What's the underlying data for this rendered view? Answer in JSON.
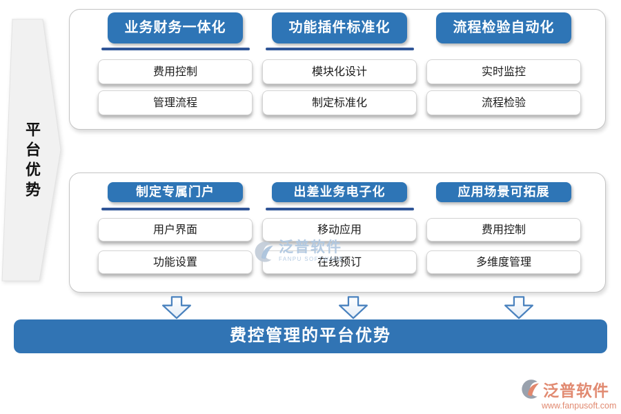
{
  "side_banner": {
    "label": "平台优势"
  },
  "panels": [
    {
      "columns": [
        {
          "header": "业务财务一体化",
          "underline": true,
          "items": [
            "费用控制",
            "管理流程"
          ]
        },
        {
          "header": "功能插件标准化",
          "underline": true,
          "items": [
            "模块化设计",
            "制定标准化"
          ]
        },
        {
          "header": "流程检验自动化",
          "underline": false,
          "items": [
            "实时监控",
            "流程检验"
          ]
        }
      ]
    },
    {
      "columns": [
        {
          "header": "制定专属门户",
          "underline": true,
          "items": [
            "用户界面",
            "功能设置"
          ]
        },
        {
          "header": "出差业务电子化",
          "underline": true,
          "items": [
            "移动应用",
            "在线预订"
          ]
        },
        {
          "header": "应用场景可拓展",
          "underline": false,
          "items": [
            "费用控制",
            "多维度管理"
          ]
        }
      ]
    }
  ],
  "banner": {
    "title": "费控管理的平台优势"
  },
  "watermark": {
    "name": "泛普软件",
    "subtitle": "FANPU SOFTWARE"
  },
  "footer_logo": {
    "name": "泛普软件",
    "url": "www.fanpusoft.com"
  },
  "icons": {
    "down_arrow": "block-down-arrow",
    "fanpu_mark": "crescent-swoosh-logo"
  },
  "colors": {
    "header-blue": "#2E75B6",
    "rule-blue": "#2F5597",
    "banner-blue": "#3174B4",
    "arrow-blue": "#4A82BE",
    "watermark-blue": "#AFC7E0",
    "logo-salmon": "#E18A71"
  }
}
